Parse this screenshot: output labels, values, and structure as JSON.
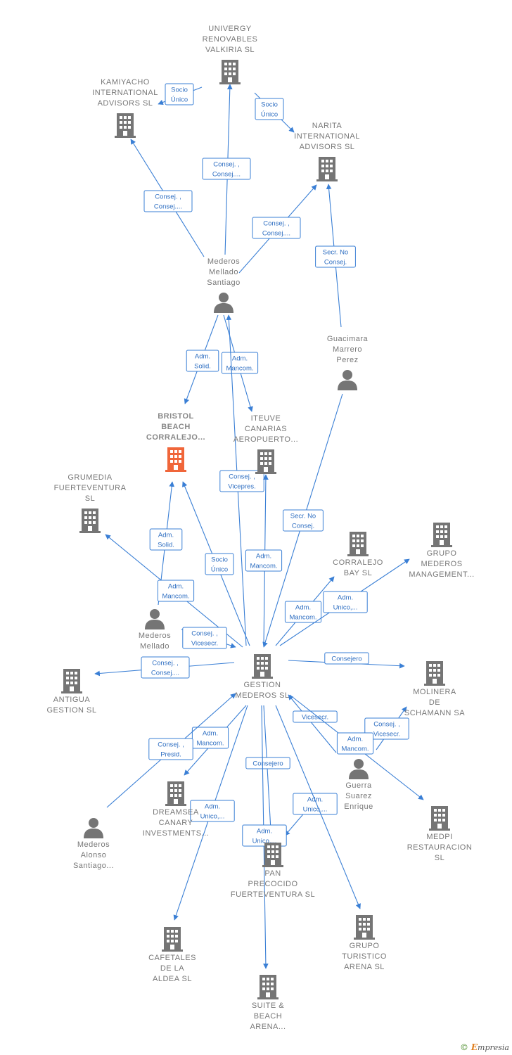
{
  "colors": {
    "edge": "#3a7fd5",
    "company": "#757575",
    "person": "#757575",
    "focus": "#f0663a"
  },
  "nodes": [
    {
      "id": "univergy",
      "type": "company",
      "lines": [
        "UNIVERGY",
        "RENOVABLES",
        "VALKIRIA SL"
      ]
    },
    {
      "id": "kamiyacho",
      "type": "company",
      "lines": [
        "KAMIYACHO",
        "INTERNATIONAL",
        "ADVISORS SL"
      ]
    },
    {
      "id": "narita",
      "type": "company",
      "lines": [
        "NARITA",
        "INTERNATIONAL",
        "ADVISORS SL"
      ]
    },
    {
      "id": "mederos_santiago",
      "type": "person",
      "lines": [
        "Mederos",
        "Mellado",
        "Santiago"
      ]
    },
    {
      "id": "guacimara",
      "type": "person",
      "lines": [
        "Guacimara",
        "Marrero",
        "Perez"
      ]
    },
    {
      "id": "bristol",
      "type": "focus",
      "lines": [
        "BRISTOL",
        "BEACH",
        "CORRALEJO..."
      ]
    },
    {
      "id": "iteuve",
      "type": "company",
      "lines": [
        "ITEUVE",
        "CANARIAS",
        "AEROPUERTO..."
      ]
    },
    {
      "id": "grumedia",
      "type": "company",
      "lines": [
        "GRUMEDIA",
        "FUERTEVENTURA",
        "SL"
      ]
    },
    {
      "id": "corralejo_bay",
      "type": "company",
      "lines": [
        "CORRALEJO",
        "BAY SL"
      ]
    },
    {
      "id": "grupo_mederos",
      "type": "company",
      "lines": [
        "GRUPO",
        "MEDEROS",
        "MANAGEMENT..."
      ]
    },
    {
      "id": "mederos_mellado",
      "type": "person",
      "lines": [
        "Mederos",
        "Mellado"
      ]
    },
    {
      "id": "gestion",
      "type": "company",
      "lines": [
        "GESTION",
        "MEDEROS SL"
      ]
    },
    {
      "id": "antigua",
      "type": "company",
      "lines": [
        "ANTIGUA",
        "GESTION SL"
      ]
    },
    {
      "id": "molinera",
      "type": "company",
      "lines": [
        "MOLINERA",
        "DE",
        "SCHAMANN SA"
      ]
    },
    {
      "id": "guerra",
      "type": "person",
      "lines": [
        "Guerra",
        "Suarez",
        "Enrique"
      ]
    },
    {
      "id": "dreamsea",
      "type": "company",
      "lines": [
        "DREAMSEA",
        "CANARY",
        "INVESTMENTS..."
      ]
    },
    {
      "id": "mederos_alonso",
      "type": "person",
      "lines": [
        "Mederos",
        "Alonso",
        "Santiago..."
      ]
    },
    {
      "id": "medpi",
      "type": "company",
      "lines": [
        "MEDPI",
        "RESTAURACION",
        "SL"
      ]
    },
    {
      "id": "pan",
      "type": "company",
      "lines": [
        "PAN",
        "PRECOCIDO",
        "FUERTEVENTURA SL"
      ]
    },
    {
      "id": "cafetales",
      "type": "company",
      "lines": [
        "CAFETALES",
        "DE LA",
        "ALDEA SL"
      ]
    },
    {
      "id": "grupo_turistico",
      "type": "company",
      "lines": [
        "GRUPO",
        "TURISTICO",
        "ARENA SL"
      ]
    },
    {
      "id": "suite",
      "type": "company",
      "lines": [
        "SUITE &",
        "BEACH",
        "ARENA..."
      ]
    }
  ],
  "edges": [
    {
      "from": "univergy",
      "to": "kamiyacho",
      "lines": [
        "Socio",
        "Único"
      ]
    },
    {
      "from": "univergy",
      "to": "narita",
      "lines": [
        "Socio",
        "Único"
      ]
    },
    {
      "from": "mederos_santiago",
      "to": "univergy",
      "lines": [
        "Consej. ,",
        "Consej...."
      ]
    },
    {
      "from": "mederos_santiago",
      "to": "kamiyacho",
      "lines": [
        "Consej. ,",
        "Consej...."
      ]
    },
    {
      "from": "mederos_santiago",
      "to": "narita",
      "lines": [
        "Consej. ,",
        "Consej...."
      ]
    },
    {
      "from": "guacimara",
      "to": "narita",
      "lines": [
        "Secr. No",
        "Consej."
      ]
    },
    {
      "from": "mederos_santiago",
      "to": "bristol",
      "lines": [
        "Adm.",
        "Solid."
      ]
    },
    {
      "from": "mederos_santiago",
      "to": "iteuve",
      "lines": [
        "Adm.",
        "Mancom."
      ]
    },
    {
      "from": "mederos_santiago",
      "to": "gestion",
      "lines": [
        "Consej. ,",
        "Vicepres."
      ]
    },
    {
      "from": "guacimara",
      "to": "gestion",
      "lines": [
        "Secr. No",
        "Consej."
      ]
    },
    {
      "from": "gestion",
      "to": "bristol",
      "lines": [
        "Socio",
        "Único"
      ]
    },
    {
      "from": "gestion",
      "to": "iteuve",
      "lines": [
        "Adm.",
        "Mancom."
      ]
    },
    {
      "from": "mederos_mellado",
      "to": "bristol",
      "lines": [
        "Adm.",
        "Solid."
      ]
    },
    {
      "from": "gestion",
      "to": "grumedia",
      "lines": [
        "Adm.",
        "Mancom."
      ]
    },
    {
      "from": "gestion",
      "to": "corralejo_bay",
      "lines": [
        "Adm.",
        "Mancom."
      ]
    },
    {
      "from": "gestion",
      "to": "grupo_mederos",
      "lines": [
        "Adm.",
        "Unico,..."
      ]
    },
    {
      "from": "mederos_mellado",
      "to": "gestion",
      "lines": [
        "Consej. ,",
        "Vicesecr."
      ]
    },
    {
      "from": "gestion",
      "to": "antigua",
      "lines": [
        "Consej. ,",
        "Consej...."
      ]
    },
    {
      "from": "gestion",
      "to": "molinera",
      "lines": [
        "Consejero"
      ]
    },
    {
      "from": "guerra",
      "to": "gestion",
      "lines": [
        "Vicesecr."
      ]
    },
    {
      "from": "guerra",
      "to": "molinera",
      "lines": [
        "Consej. ,",
        "Vicesecr."
      ]
    },
    {
      "from": "gestion",
      "to": "medpi",
      "lines": [
        "Adm.",
        "Mancom."
      ]
    },
    {
      "from": "gestion",
      "to": "dreamsea",
      "lines": [
        "Adm.",
        "Mancom."
      ]
    },
    {
      "from": "mederos_alonso",
      "to": "gestion",
      "lines": [
        "Consej. ,",
        "Presid."
      ]
    },
    {
      "from": "gestion",
      "to": "pan",
      "lines": [
        "Consejero"
      ]
    },
    {
      "from": "guerra",
      "to": "pan",
      "lines": [
        "Adm.",
        "Unico,..."
      ]
    },
    {
      "from": "gestion",
      "to": "cafetales",
      "lines": [
        "Adm.",
        "Unico,..."
      ]
    },
    {
      "from": "gestion",
      "to": "suite",
      "lines": [
        "Adm.",
        "Unico,..."
      ]
    },
    {
      "from": "gestion",
      "to": "grupo_turistico",
      "lines": []
    }
  ],
  "footer": {
    "copyright": "©",
    "brand_initial": "E",
    "brand_rest": "mpresia"
  }
}
